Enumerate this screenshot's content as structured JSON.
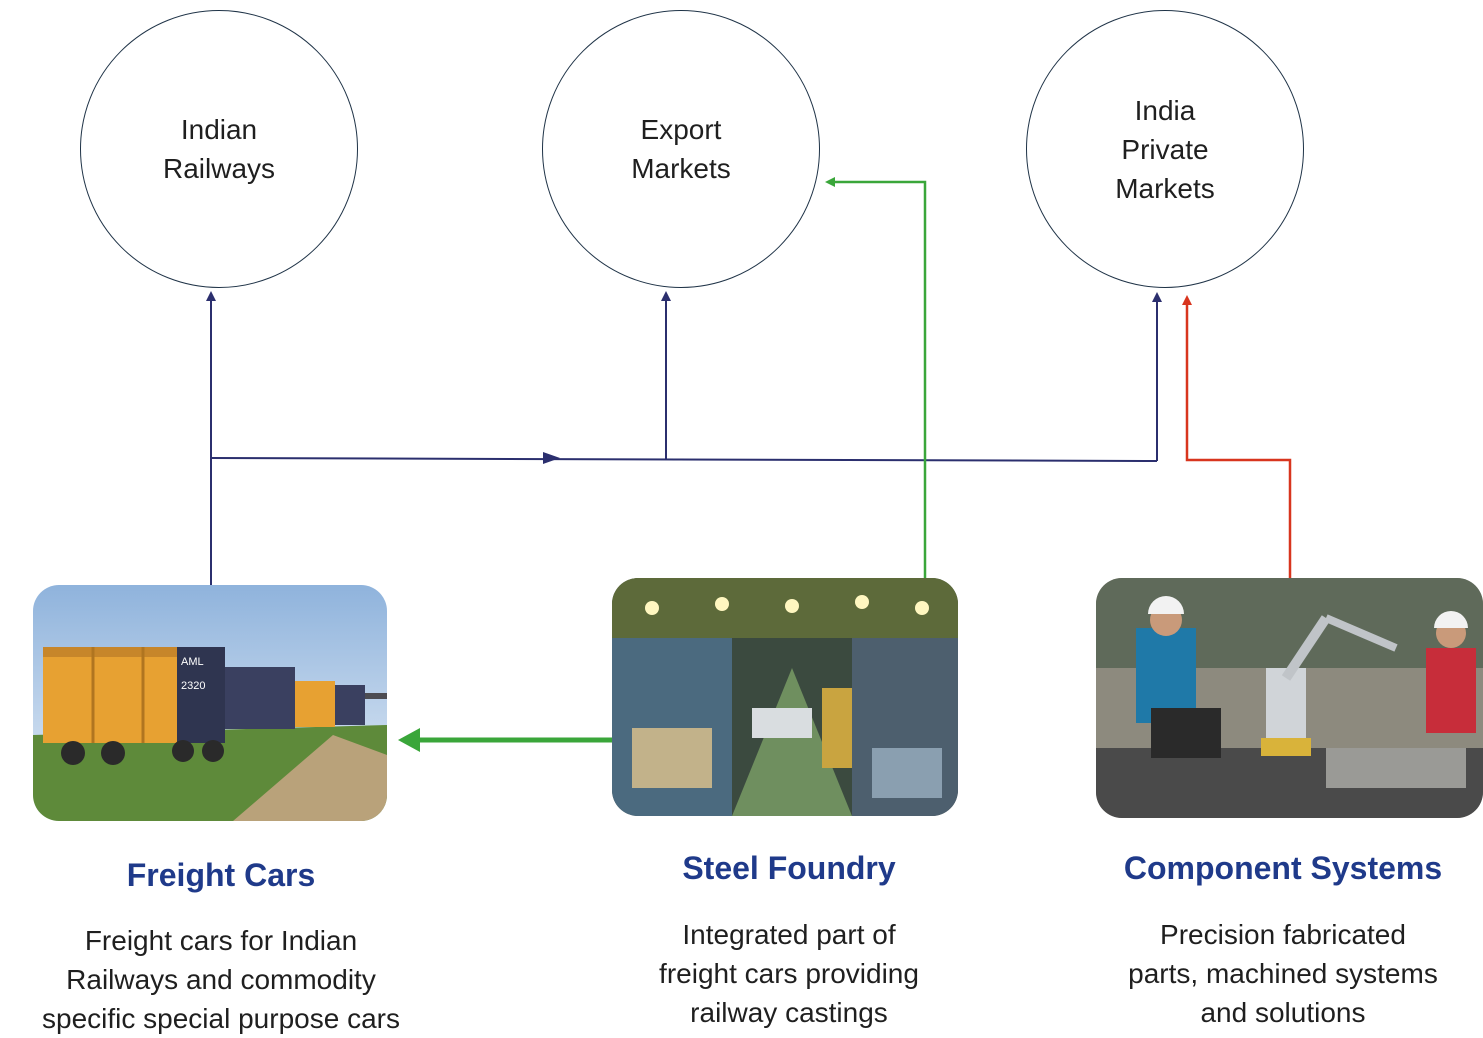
{
  "markets": [
    {
      "id": "indian-railways",
      "label": "Indian\nRailways"
    },
    {
      "id": "export-markets",
      "label": "Export\nMarkets"
    },
    {
      "id": "india-private-markets",
      "label": "India\nPrivate\nMarkets"
    }
  ],
  "segments": [
    {
      "id": "freight-cars",
      "title": "Freight Cars",
      "description": "Freight cars for Indian\nRailways and commodity\nspecific special purpose cars",
      "photo_text": [
        "AML",
        "2320"
      ]
    },
    {
      "id": "steel-foundry",
      "title": "Steel Foundry",
      "description": "Integrated part of\nfreight cars providing\nrailway castings"
    },
    {
      "id": "component-systems",
      "title": "Component Systems",
      "description": "Precision fabricated\nparts, machined systems\nand solutions"
    }
  ],
  "colors": {
    "navy_connector": "#2b2f6e",
    "green_connector": "#3aa63a",
    "red_connector": "#d8351e",
    "title_blue": "#1f3a8a",
    "circle_border": "#1f3347"
  }
}
